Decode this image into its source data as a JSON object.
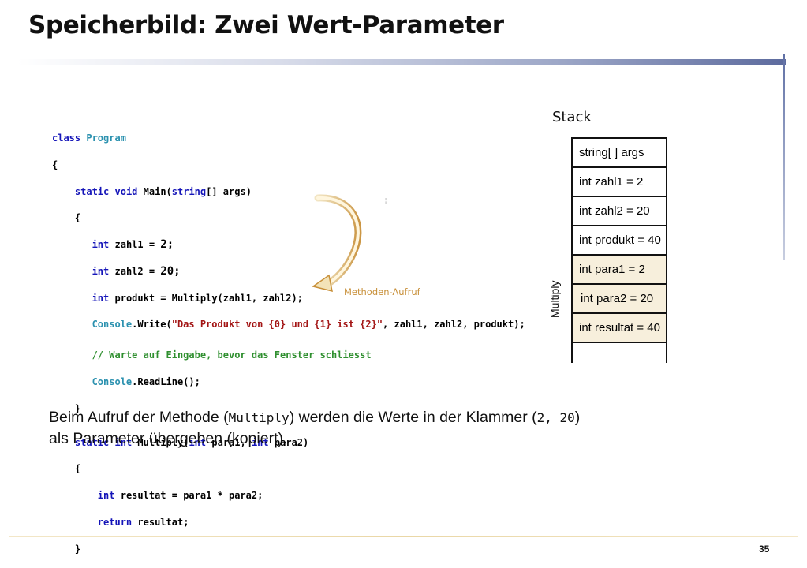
{
  "title": "Speicherbild: Zwei Wert-Parameter",
  "code": {
    "l1_class": "class",
    "l1_program": "Program",
    "l2": "{",
    "l3_static": "static",
    "l3_void": "void",
    "l3_main": "Main(",
    "l3_string": "string",
    "l3_args": "[] args)",
    "l4": "{",
    "l5_int": "int",
    "l5_rest": "zahl1 = ",
    "l5_val": "2;",
    "l6_int": "int",
    "l6_rest": "zahl2 = ",
    "l6_val": "20;",
    "l7_int": "int",
    "l7_rest": "produkt = Multiply(zahl1, zahl2);",
    "l8_console": "Console",
    "l8_write": ".Write(",
    "l8_str": "\"Das Produkt von {0} und {1} ist {2}\"",
    "l8_rest": ", zahl1, zahl2, produkt);",
    "l9_comment": "// Warte auf Eingabe, bevor das Fenster schliesst",
    "l10_console": "Console",
    "l10_rest": ".ReadLine();",
    "l11": "}",
    "l12_static": "static",
    "l12_int": "int",
    "l12_name": "Multiply(",
    "l12_int2": "int",
    "l12_p1": "para1, ",
    "l12_int3": "int",
    "l12_p2": "para2)",
    "l13": "{",
    "l14_int": "int",
    "l14_rest": "resultat = para1 * para2;",
    "l15_return": "return",
    "l15_rest": "resultat;",
    "l16": "}",
    "l17": "}"
  },
  "arrow_label": "Methoden-Aufruf",
  "stack": {
    "label": "Stack",
    "group_label": "Multiply",
    "cells": [
      "string[ ] args",
      "int zahl1 = 2",
      "int zahl2 = 20",
      "int produkt = 40",
      "int para1 = 2",
      "int para2 = 20",
      "int resultat = 40"
    ]
  },
  "caption": {
    "p1": "Beim Aufruf der Methode  (",
    "m1": "Multiply",
    "p2": ")  werden die Werte  in der Klammer  (",
    "m2": "2, 20",
    "p3": ")",
    "line2": "als Parameter übergeben (kopiert)."
  },
  "page_number": "35",
  "colors": {
    "keyword": "#1414b8",
    "type": "#2b91af",
    "string": "#a31515",
    "comment": "#2f8f2f",
    "arrow": "#c8903a",
    "highlight": "#f7efdc"
  }
}
